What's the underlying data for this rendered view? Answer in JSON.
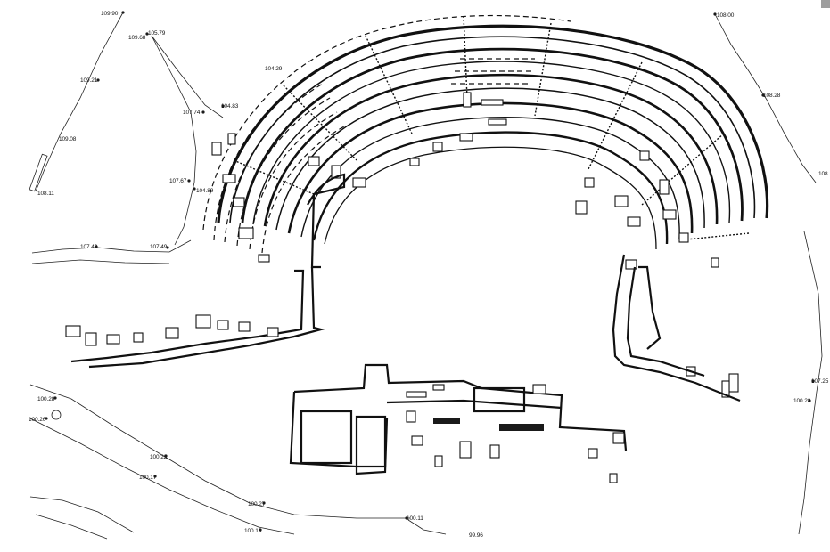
{
  "plan": {
    "elevations": [
      "109.90",
      "109.68",
      "105.79",
      "109.21",
      "107.74",
      "104.83",
      "109.08",
      "108.11",
      "107.67",
      "104.89",
      "107.49",
      "107.49",
      "104.29",
      "108.00",
      "108.28",
      "108.",
      "100.28",
      "100.26",
      "100.22",
      "100.17",
      "100.27",
      "100.10",
      "100.11",
      "99.96",
      "107.25",
      "100.28"
    ]
  },
  "colors": {
    "ink": "#111111",
    "paper": "#ffffff",
    "corner": "#9e9e9e"
  }
}
